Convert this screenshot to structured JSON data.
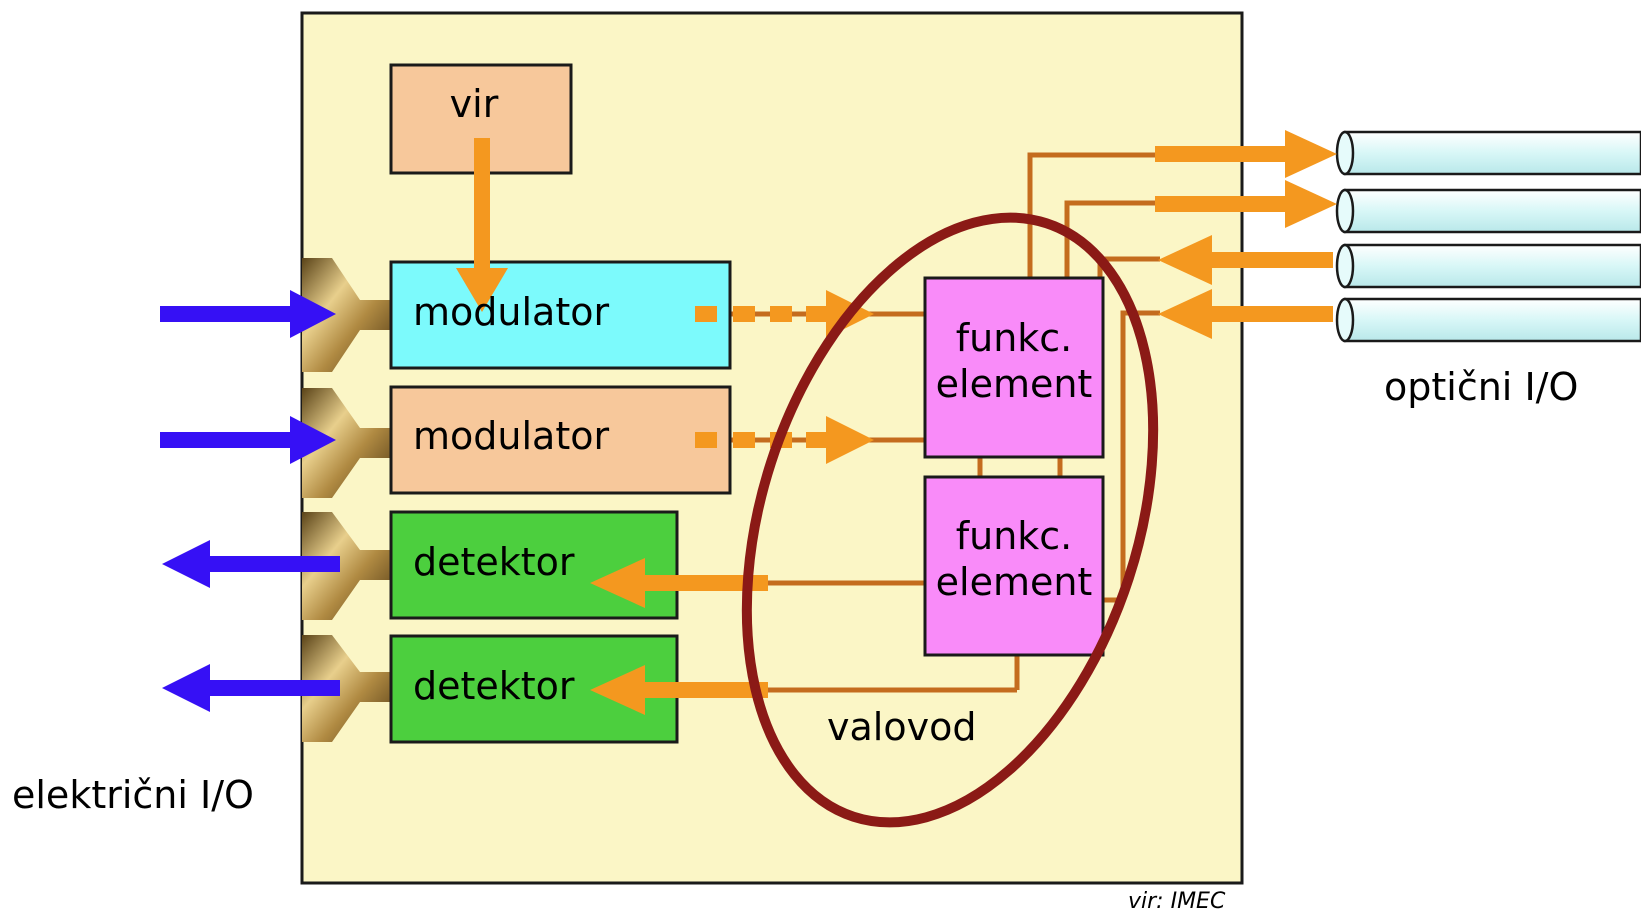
{
  "colors": {
    "chip_bg": "#fbf6c6",
    "chip_border": "#1a1a1a",
    "vir_fill": "#f7c89b",
    "modulator_active_fill": "#7cfafc",
    "modulator_fill": "#f7c89b",
    "detektor_fill": "#4ccf3e",
    "funkc_fill": "#f98bf9",
    "waveguide": "#c46c1e",
    "optical_arrow": "#f4981f",
    "electric_arrow": "#3610f5",
    "ellipse": "#8b1a16",
    "fiber_fill": "#d8f7f7",
    "connector": "#b08a42"
  },
  "blocks": {
    "vir": "vir",
    "modulator_1": "modulator",
    "modulator_2": "modulator",
    "detektor_1": "detektor",
    "detektor_2": "detektor",
    "funkc_1": "funkc.\nelement",
    "funkc_2": "funkc.\nelement"
  },
  "labels": {
    "opticni": "optični I/O",
    "elektricni": "električni I/O",
    "valovod": "valovod",
    "source": "vir: IMEC"
  }
}
